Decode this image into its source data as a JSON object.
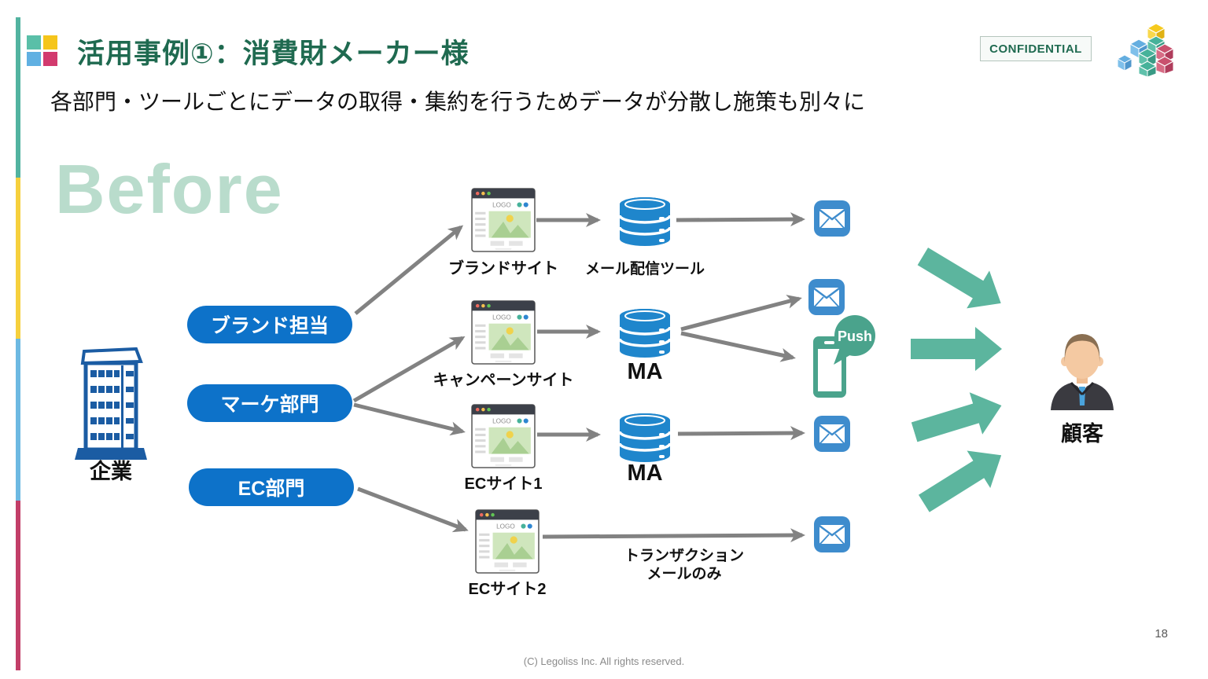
{
  "header": {
    "title": "活用事例①：消費財メーカー様",
    "confidential_label": "CONFIDENTIAL"
  },
  "subtitle": "各部門・ツールごとにデータの取得・集約を行うためデータが分散し施策も別々に",
  "before_label": "Before",
  "company": {
    "label": "企業"
  },
  "departments": [
    {
      "label": "ブランド担当"
    },
    {
      "label": "マーケ部門"
    },
    {
      "label": "EC部門"
    }
  ],
  "sites": [
    {
      "label": "ブランドサイト"
    },
    {
      "label": "キャンペーンサイト"
    },
    {
      "label": "ECサイト1"
    },
    {
      "label": "ECサイト2"
    }
  ],
  "tools": [
    {
      "label": "メール配信ツール"
    },
    {
      "label": "MA"
    },
    {
      "label": "MA"
    }
  ],
  "browser": {
    "logo_text": "LOGO"
  },
  "push": {
    "label": "Push"
  },
  "notes": {
    "transaction_line1": "トランザクション",
    "transaction_line2": "メールのみ"
  },
  "customer": {
    "label": "顧客"
  },
  "footer": {
    "copyright": "(C) Legoliss Inc. All rights reserved.",
    "page_number": "18"
  },
  "colors": {
    "title_green": "#1f6a50",
    "pill_blue": "#0d72c9",
    "database_blue": "#1f86cc",
    "mail_blue": "#3e8ccd",
    "building_blue": "#1b5ca3",
    "connector_gray": "#828282",
    "flow_arrow_teal": "#5cb59e",
    "push_teal": "#4aa38c",
    "before_mint": "#b9dccc",
    "stripe_teal": "#52b3a0",
    "stripe_yellow": "#f6d03d",
    "stripe_blue": "#6db9e2",
    "stripe_pink": "#c23e68"
  }
}
